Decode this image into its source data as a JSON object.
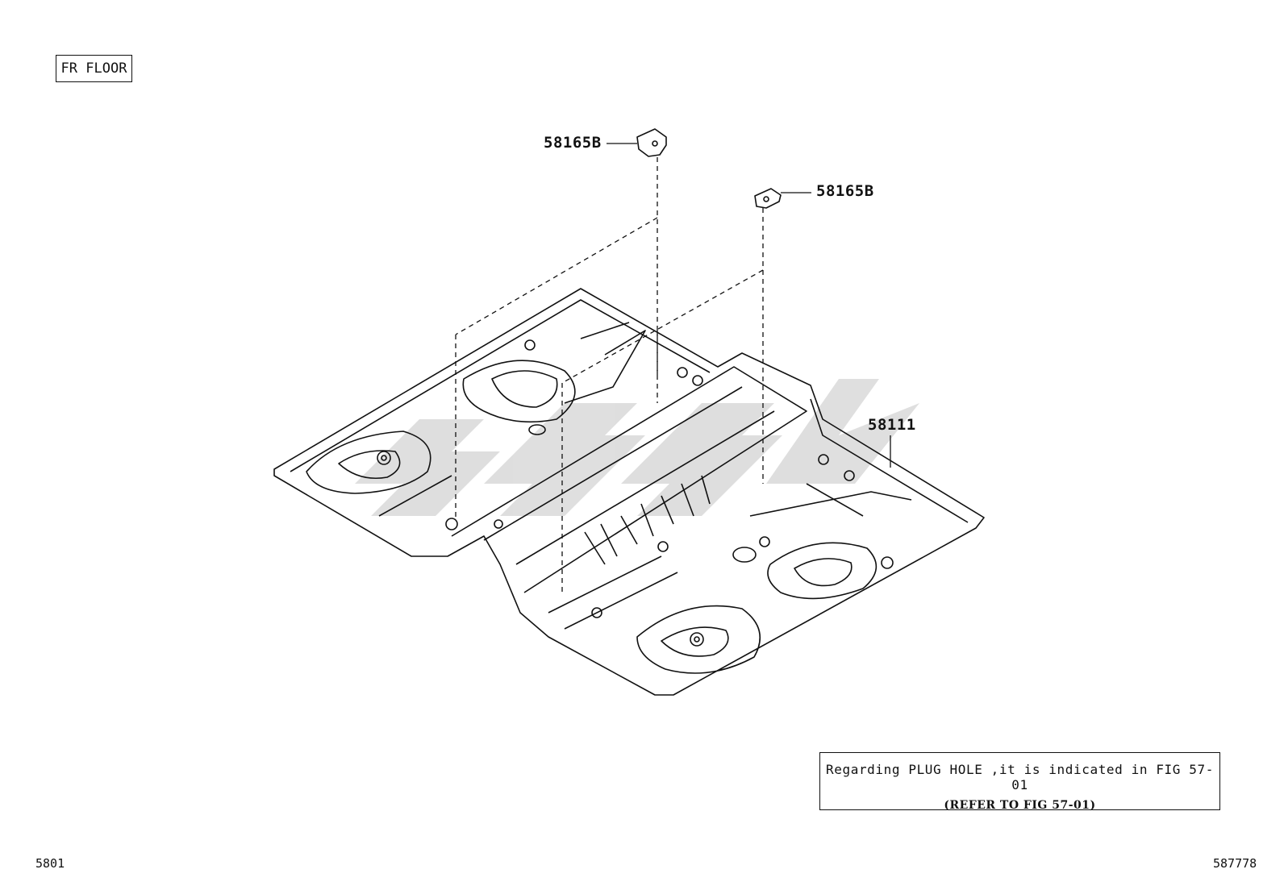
{
  "section_label": "FR FLOOR",
  "parts": [
    {
      "number": "58165B",
      "description": "bracket clip (upper left)"
    },
    {
      "number": "58165B",
      "description": "bracket clip (upper right)"
    },
    {
      "number": "58111",
      "description": "front floor pan"
    }
  ],
  "note": {
    "line1": "Regarding PLUG HOLE ,it is indicated in FIG 57-01",
    "line2": "(REFER TO FIG 57-01)"
  },
  "footer": {
    "left_code": "5801",
    "right_code": "587778"
  },
  "colors": {
    "line": "#111111",
    "watermark": "#d9d9d9"
  }
}
